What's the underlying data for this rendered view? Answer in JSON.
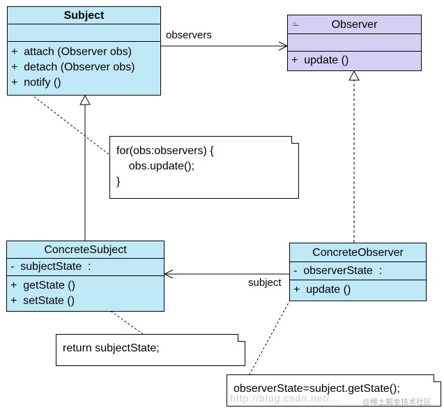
{
  "subject": {
    "name": "Subject",
    "methods": [
      "+  attach (Observer obs)",
      "+  detach (Observer obs)",
      "+  notify ()"
    ]
  },
  "observer": {
    "icon": "interface-icon",
    "name": "Observer",
    "methods": [
      "+  update ()"
    ]
  },
  "concrete_subject": {
    "name": "ConcreteSubject",
    "attributes": [
      "-  subjectState  :"
    ],
    "methods": [
      "+  getState ()",
      "+  setState ()"
    ]
  },
  "concrete_observer": {
    "name": "ConcreteObserver",
    "attributes": [
      "-  observerState  :"
    ],
    "methods": [
      "+  update ()"
    ]
  },
  "notes": {
    "notify": [
      "for(obs:observers) {",
      "    obs.update();",
      "}"
    ],
    "get_state": [
      "return subjectState;"
    ],
    "update": [
      "observerState=subject.getState();"
    ]
  },
  "labels": {
    "observers": "observers",
    "subject": "subject"
  },
  "watermark": "http://blog.csdn.net/...",
  "watermark2": "@稀土掘金技术社区",
  "colors": {
    "class_fill": "#bfe9f7",
    "interface_fill": "#d4d0f3",
    "line": "#000000"
  }
}
